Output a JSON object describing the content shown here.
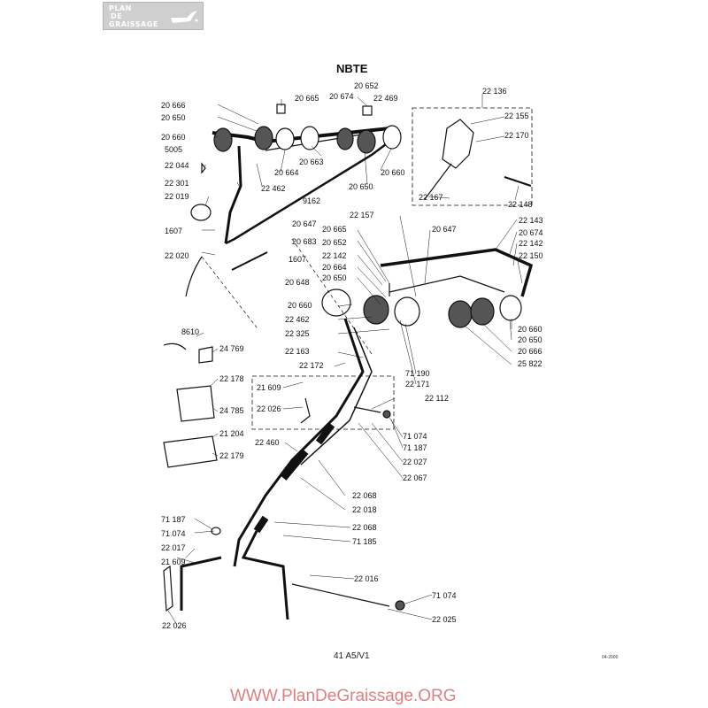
{
  "logo": {
    "line1": "PLAN",
    "line2": "DE",
    "line3": "GRAISSAGE"
  },
  "title": "NBTE",
  "page_code": "41 A5/V1",
  "date_code": "04-2000",
  "watermark": "WWW.PlanDeGraissage.ORG",
  "parts": [
    {
      "id": "p1",
      "ref": "20 666"
    },
    {
      "id": "p2",
      "ref": "20 650"
    },
    {
      "id": "p3",
      "ref": "20 660"
    },
    {
      "id": "p4",
      "ref": "5005"
    },
    {
      "id": "p5",
      "ref": "22 044"
    },
    {
      "id": "p6",
      "ref": "22 301"
    },
    {
      "id": "p7",
      "ref": "22 019"
    },
    {
      "id": "p8",
      "ref": "1607"
    },
    {
      "id": "p9",
      "ref": "22 020"
    },
    {
      "id": "p10",
      "ref": "20 665"
    },
    {
      "id": "p11",
      "ref": "20 674"
    },
    {
      "id": "p12",
      "ref": "20 652"
    },
    {
      "id": "p13",
      "ref": "22 469"
    },
    {
      "id": "p14",
      "ref": "20 663"
    },
    {
      "id": "p15",
      "ref": "20 664"
    },
    {
      "id": "p16",
      "ref": "22 462"
    },
    {
      "id": "p17",
      "ref": "20 650"
    },
    {
      "id": "p18",
      "ref": "20 660"
    },
    {
      "id": "p19",
      "ref": "9162"
    },
    {
      "id": "p20",
      "ref": "20 647"
    },
    {
      "id": "p21",
      "ref": "20 683"
    },
    {
      "id": "p22",
      "ref": "1607"
    },
    {
      "id": "p23",
      "ref": "20 648"
    },
    {
      "id": "p24",
      "ref": "22 136"
    },
    {
      "id": "p25",
      "ref": "22 155"
    },
    {
      "id": "p26",
      "ref": "22 170"
    },
    {
      "id": "p27",
      "ref": "22 167"
    },
    {
      "id": "p28",
      "ref": "22 148"
    },
    {
      "id": "p29",
      "ref": "22 157"
    },
    {
      "id": "p30",
      "ref": "20 665"
    },
    {
      "id": "p31",
      "ref": "20 652"
    },
    {
      "id": "p32",
      "ref": "22 142"
    },
    {
      "id": "p33",
      "ref": "20 664"
    },
    {
      "id": "p34",
      "ref": "20 650"
    },
    {
      "id": "p35",
      "ref": "20 647"
    },
    {
      "id": "p36",
      "ref": "22 143"
    },
    {
      "id": "p37",
      "ref": "20 674"
    },
    {
      "id": "p38",
      "ref": "22 142"
    },
    {
      "id": "p39",
      "ref": "22 150"
    },
    {
      "id": "p40",
      "ref": "20 660"
    },
    {
      "id": "p41",
      "ref": "22 462"
    },
    {
      "id": "p42",
      "ref": "22 325"
    },
    {
      "id": "p43",
      "ref": "22 163"
    },
    {
      "id": "p44",
      "ref": "22 172"
    },
    {
      "id": "p45",
      "ref": "20 660"
    },
    {
      "id": "p46",
      "ref": "20 650"
    },
    {
      "id": "p47",
      "ref": "20 666"
    },
    {
      "id": "p48",
      "ref": "25 822"
    },
    {
      "id": "p49",
      "ref": "71 190"
    },
    {
      "id": "p50",
      "ref": "22 171"
    },
    {
      "id": "p51",
      "ref": "8610"
    },
    {
      "id": "p52",
      "ref": "24 769"
    },
    {
      "id": "p53",
      "ref": "22 178"
    },
    {
      "id": "p54",
      "ref": "24 785"
    },
    {
      "id": "p55",
      "ref": "21 204"
    },
    {
      "id": "p56",
      "ref": "22 179"
    },
    {
      "id": "p57",
      "ref": "21 609"
    },
    {
      "id": "p58",
      "ref": "22 026"
    },
    {
      "id": "p59",
      "ref": "22 112"
    },
    {
      "id": "p60",
      "ref": "71 074"
    },
    {
      "id": "p61",
      "ref": "71 187"
    },
    {
      "id": "p62",
      "ref": "22 027"
    },
    {
      "id": "p63",
      "ref": "22 067"
    },
    {
      "id": "p64",
      "ref": "22 460"
    },
    {
      "id": "p65",
      "ref": "22 068"
    },
    {
      "id": "p66",
      "ref": "22 018"
    },
    {
      "id": "p67",
      "ref": "71 187"
    },
    {
      "id": "p68",
      "ref": "71 074"
    },
    {
      "id": "p69",
      "ref": "22 017"
    },
    {
      "id": "p70",
      "ref": "21 609"
    },
    {
      "id": "p71",
      "ref": "22 068"
    },
    {
      "id": "p72",
      "ref": "71 185"
    },
    {
      "id": "p73",
      "ref": "22 016"
    },
    {
      "id": "p74",
      "ref": "71 074"
    },
    {
      "id": "p75",
      "ref": "22 026"
    },
    {
      "id": "p76",
      "ref": "22 025"
    }
  ]
}
